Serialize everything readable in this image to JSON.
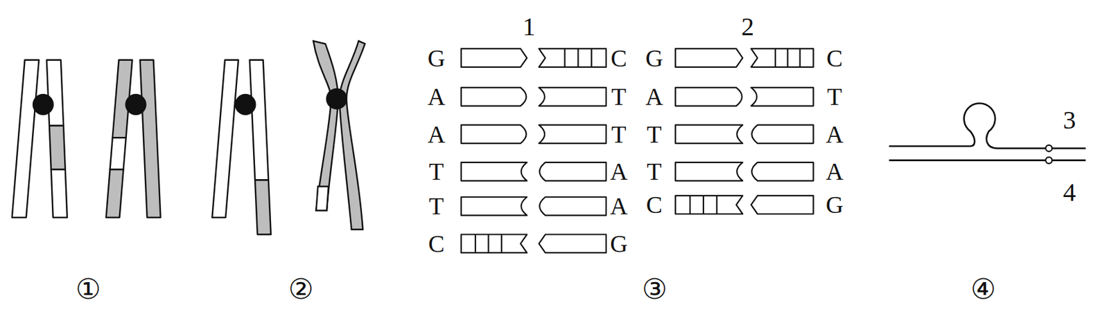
{
  "diagram": {
    "labels": [
      "①",
      "②",
      "③",
      "④",
      "1",
      "2",
      "3",
      "4",
      "G",
      "A",
      "A",
      "T",
      "T",
      "C",
      "C",
      "T",
      "T",
      "A",
      "A",
      "G",
      "G",
      "A",
      "T",
      "T",
      "C",
      "C",
      "T",
      "A",
      "A",
      "G"
    ]
  }
}
